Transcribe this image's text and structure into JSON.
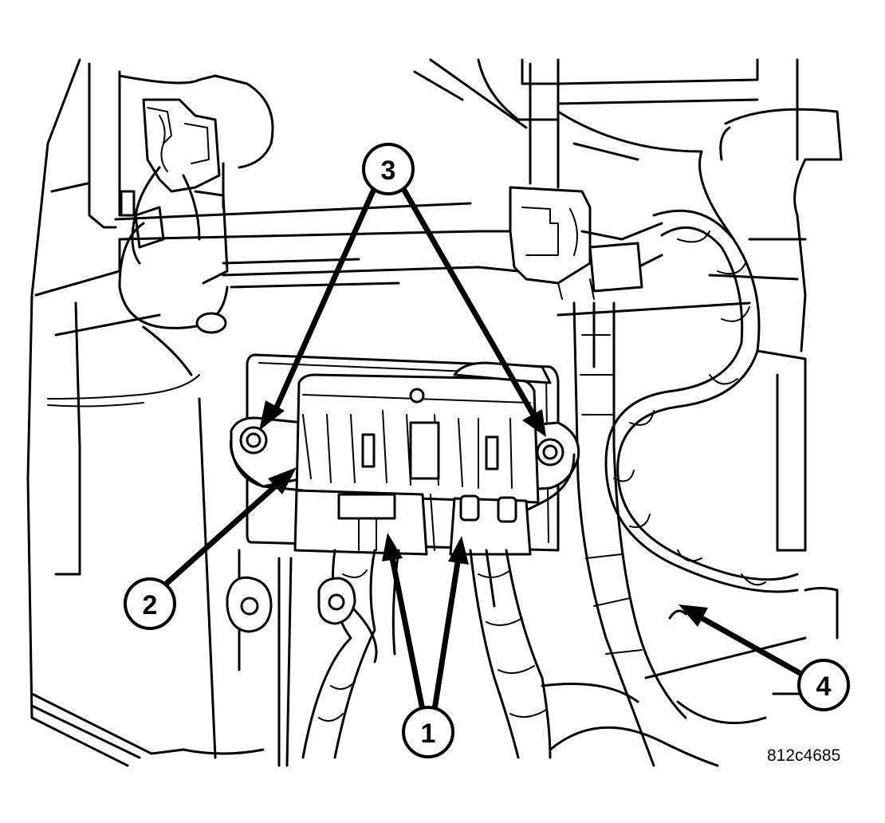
{
  "figure_id": "812c4685",
  "callouts": [
    {
      "label": "1"
    },
    {
      "label": "2"
    },
    {
      "label": "3"
    },
    {
      "label": "4"
    }
  ]
}
